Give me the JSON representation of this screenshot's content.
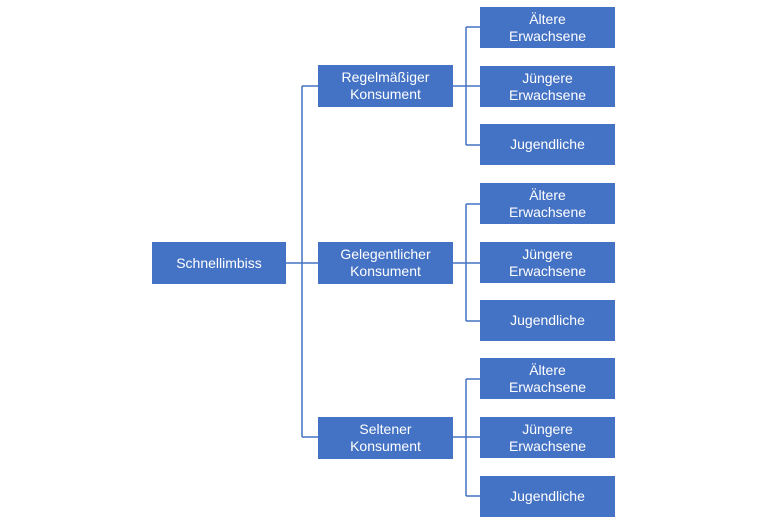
{
  "root": {
    "label": "Schnellimbiss"
  },
  "branches": [
    {
      "line1": "Regelmäßiger",
      "line2": "Konsument",
      "children": [
        {
          "line1": "Ältere",
          "line2": "Erwachsene"
        },
        {
          "line1": "Jüngere",
          "line2": "Erwachsene"
        },
        {
          "line1": "Jugendliche",
          "line2": ""
        }
      ]
    },
    {
      "line1": "Gelegentlicher",
      "line2": "Konsument",
      "children": [
        {
          "line1": "Ältere",
          "line2": "Erwachsene"
        },
        {
          "line1": "Jüngere",
          "line2": "Erwachsene"
        },
        {
          "line1": "Jugendliche",
          "line2": ""
        }
      ]
    },
    {
      "line1": "Seltener",
      "line2": "Konsument",
      "children": [
        {
          "line1": "Ältere",
          "line2": "Erwachsene"
        },
        {
          "line1": "Jüngere",
          "line2": "Erwachsene"
        },
        {
          "line1": "Jugendliche",
          "line2": ""
        }
      ]
    }
  ],
  "colors": {
    "node_fill": "#4472c4",
    "node_text": "#ffffff",
    "connector": "#4472c4"
  }
}
